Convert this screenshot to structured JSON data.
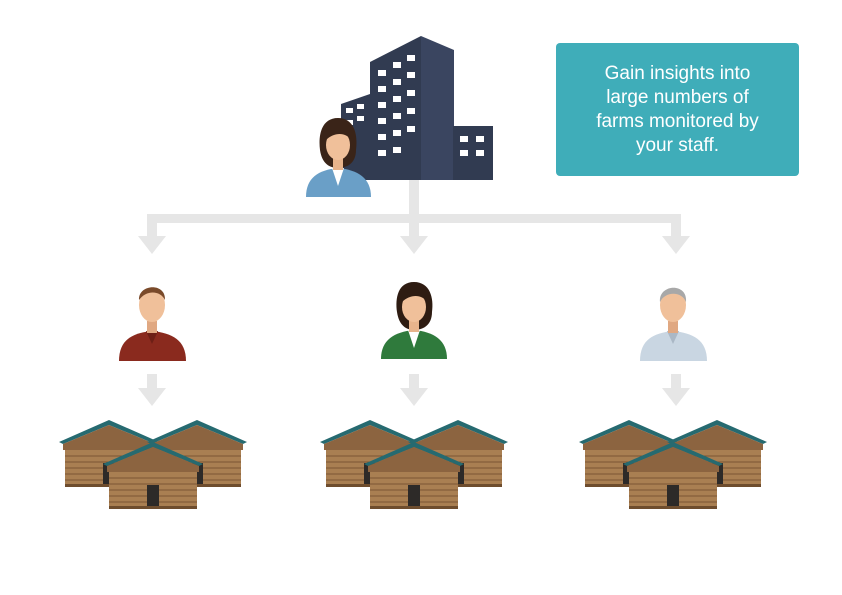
{
  "callout": {
    "lines": [
      "Gain insights into",
      "large numbers of",
      "farms monitored by",
      "your staff."
    ]
  },
  "colors": {
    "callout_bg": "#3fadb9",
    "connector": "#e6e6e6",
    "building": "#313b51",
    "barn_wood": "#a97f52",
    "barn_roof": "#266a70"
  },
  "icons": {
    "top": [
      "office-building-icon",
      "manager-woman-icon"
    ],
    "staff": [
      "staff-man-red-shirt-icon",
      "staff-woman-green-jacket-icon",
      "staff-elderly-man-icon"
    ],
    "farm": "barn-cluster-icon"
  }
}
